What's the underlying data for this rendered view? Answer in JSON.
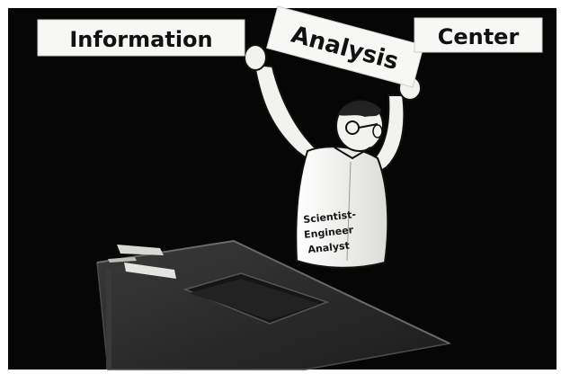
{
  "signs": {
    "left": "Information",
    "middle": "Analysis",
    "right": "Center"
  },
  "coat_label": {
    "line1": "Scientist-",
    "line2": "Engineer",
    "line3": "Analyst"
  },
  "colors": {
    "background": "#060606",
    "sign": "#f7f7f5",
    "figure": "#f2f2ef",
    "desk": "#2a2a2a",
    "ink": "#111111"
  }
}
